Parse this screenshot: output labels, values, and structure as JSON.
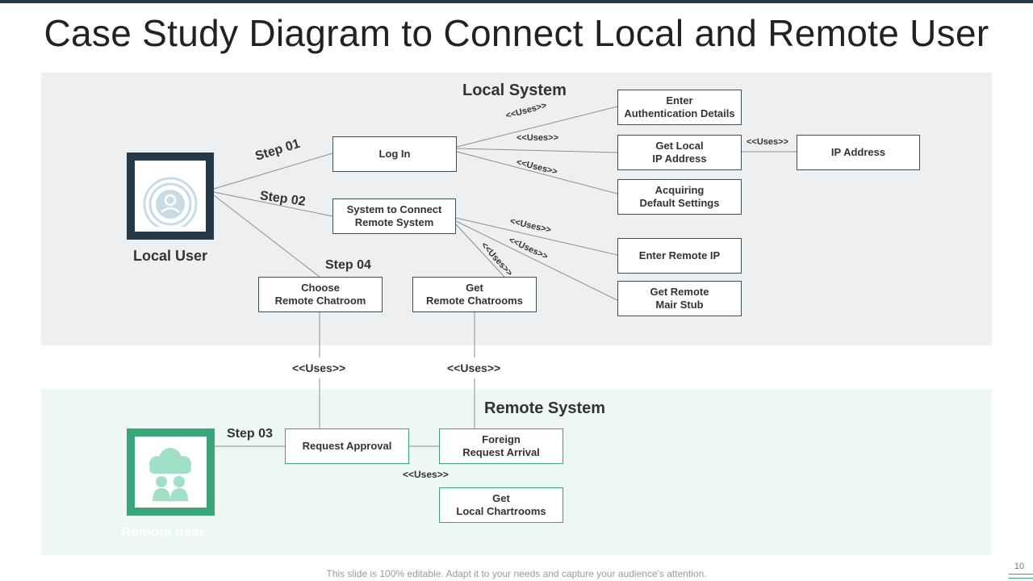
{
  "title": "Case Study Diagram to Connect Local and Remote User",
  "local_system": {
    "title": "Local System",
    "actor_label": "Local User",
    "boxes": {
      "login": "Log In",
      "connect": "System to Connect\nRemote System",
      "choose": "Choose\nRemote Chatroom",
      "get_chatrooms": "Get\nRemote Chatrooms",
      "enter_auth": "Enter\nAuthentication Details",
      "get_local_ip": "Get Local\nIP Address",
      "ip_address": "IP Address",
      "acquiring": "Acquiring\nDefault Settings",
      "enter_remote_ip": "Enter Remote  IP",
      "get_remote_stub": "Get Remote\nMair Stub"
    },
    "steps": {
      "step1": "Step 01",
      "step2": "Step 02",
      "step4": "Step 04"
    }
  },
  "remote_system": {
    "title": "Remote System",
    "actor_label": "Remote user",
    "boxes": {
      "request_approval": "Request Approval",
      "foreign_request": "Foreign\nRequest Arrival",
      "get_local_chatrooms": "Get\nLocal Chartrooms"
    },
    "steps": {
      "step3": "Step 03"
    }
  },
  "uses_label": "<<Uses>>",
  "footer": "This slide is 100% editable. Adapt it to your needs and capture your audience's attention.",
  "page_number": "10",
  "colors": {
    "navy": "#243a4a",
    "green": "#3aa57a",
    "local_bg": "#eeeff0",
    "remote_bg": "#edf7f3"
  }
}
